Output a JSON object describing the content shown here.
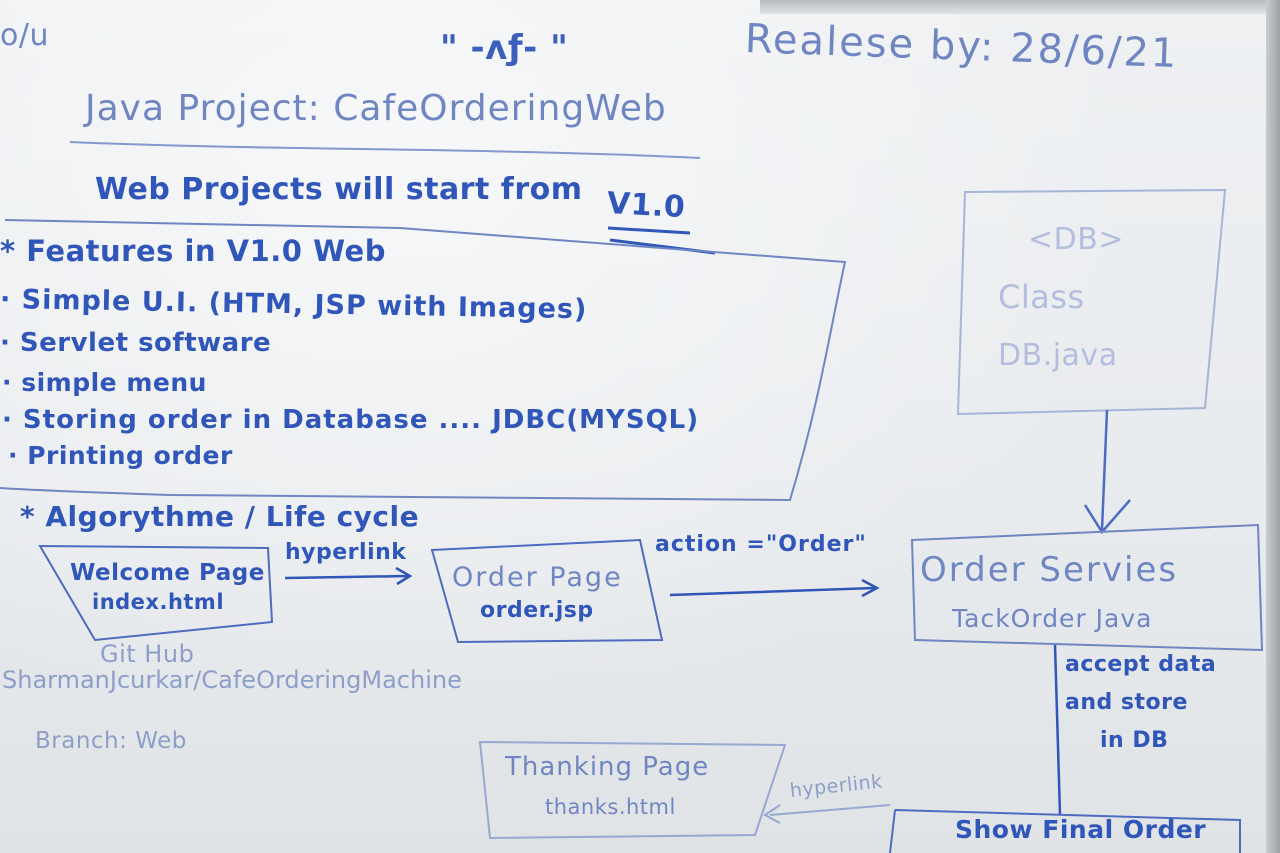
{
  "corner_text": "o/u",
  "top_squiggle": "\" -ᴧƒ- \"",
  "release": "Realese by: 28/6/21",
  "project": "Java Project: CafeOrderingWeb",
  "start": "Web Projects will start from",
  "version": "V1.0",
  "features": {
    "heading": "* Features in V1.0 Web",
    "items": [
      "· Simple U.I. (HTM, JSP with Images)",
      "· Servlet software",
      "· simple menu",
      "· Storing order in Database .... JDBC(MYSQL)",
      "· Printing order"
    ]
  },
  "algorithm": "* Algorythme / Life cycle",
  "welcome": {
    "title": "Welcome Page",
    "file": "index.html"
  },
  "hyperlink1": "hyperlink",
  "order_page": {
    "title": "Order Page",
    "file": "order.jsp"
  },
  "action": "action =\"Order\"",
  "db_box": {
    "line1": "<DB>",
    "line2": "Class",
    "line3": "DB.java"
  },
  "order_service": {
    "title": "Order Servies",
    "file": "TackOrder Java"
  },
  "accept": [
    "accept data",
    "and store",
    "in DB"
  ],
  "github": {
    "line1": "Git Hub",
    "line2": "SharmanJcurkar/CafeOrderingMachine",
    "line3": "Branch: Web"
  },
  "thanking": {
    "title": "Thanking Page",
    "file": "thanks.html"
  },
  "hyperlink2": "hyperlink",
  "show_final": "Show Final Order"
}
